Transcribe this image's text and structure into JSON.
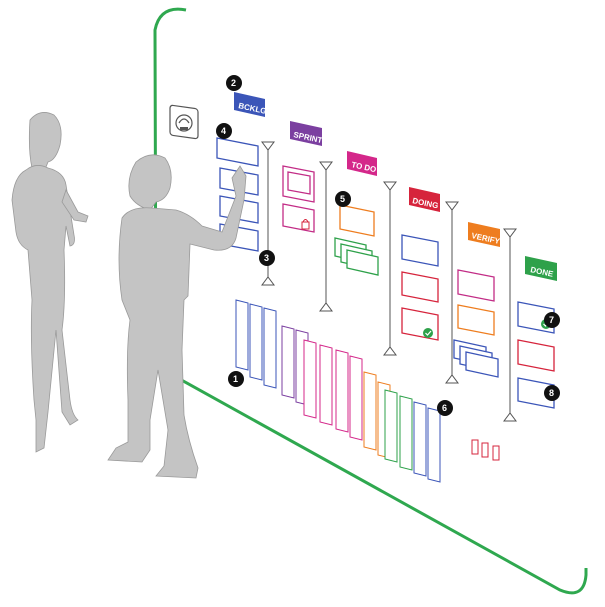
{
  "colors": {
    "board_frame": "#2fa84f",
    "person": "#c4c4c4",
    "backlog": "#3b55b8",
    "sprint": "#7b3fa0",
    "todo": "#d4278a",
    "doing": "#d6243c",
    "verify": "#ee7d1f",
    "done": "#2ea14a",
    "marker": "#111111"
  },
  "columns": [
    {
      "key": "backlog",
      "label": "BCKLG"
    },
    {
      "key": "sprint",
      "label": "SPRINT"
    },
    {
      "key": "todo",
      "label": "TO DO"
    },
    {
      "key": "doing",
      "label": "DOING"
    },
    {
      "key": "verify",
      "label": "VERIFY"
    },
    {
      "key": "done",
      "label": "DONE"
    }
  ],
  "markers": [
    "1",
    "2",
    "3",
    "4",
    "5",
    "6",
    "7",
    "8"
  ],
  "icons": {
    "board_badge": "rocket-badge-icon",
    "status_ok": "check-circle-icon",
    "blocked": "lock-icon"
  }
}
